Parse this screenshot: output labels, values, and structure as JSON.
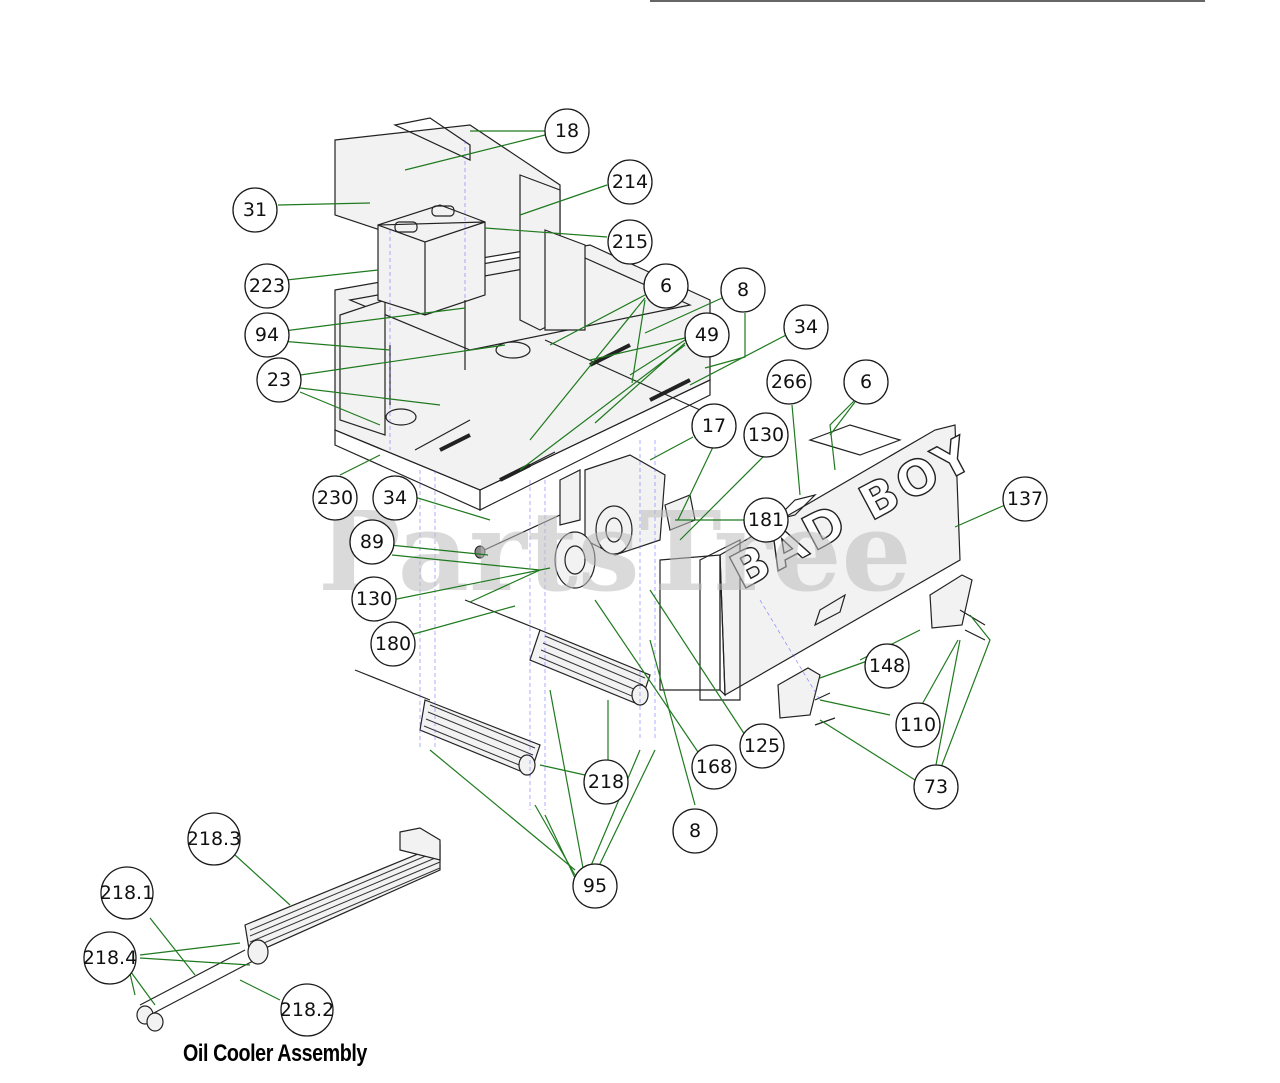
{
  "caption": "Oil Cooler Assembly",
  "watermark": "PartsTree",
  "brand_mark": "BAD BOY",
  "callouts": [
    {
      "id": "c18",
      "label": "18"
    },
    {
      "id": "c214",
      "label": "214"
    },
    {
      "id": "c31",
      "label": "31"
    },
    {
      "id": "c215",
      "label": "215"
    },
    {
      "id": "c223",
      "label": "223"
    },
    {
      "id": "c6a",
      "label": "6"
    },
    {
      "id": "c8a",
      "label": "8"
    },
    {
      "id": "c94",
      "label": "94"
    },
    {
      "id": "c34a",
      "label": "34"
    },
    {
      "id": "c49",
      "label": "49"
    },
    {
      "id": "c23",
      "label": "23"
    },
    {
      "id": "c266",
      "label": "266"
    },
    {
      "id": "c6b",
      "label": "6"
    },
    {
      "id": "c17",
      "label": "17"
    },
    {
      "id": "c130a",
      "label": "130"
    },
    {
      "id": "c230",
      "label": "230"
    },
    {
      "id": "c34b",
      "label": "34"
    },
    {
      "id": "c137",
      "label": "137"
    },
    {
      "id": "c181",
      "label": "181"
    },
    {
      "id": "c89",
      "label": "89"
    },
    {
      "id": "c130b",
      "label": "130"
    },
    {
      "id": "c180",
      "label": "180"
    },
    {
      "id": "c148",
      "label": "148"
    },
    {
      "id": "c110",
      "label": "110"
    },
    {
      "id": "c125",
      "label": "125"
    },
    {
      "id": "c218",
      "label": "218"
    },
    {
      "id": "c168",
      "label": "168"
    },
    {
      "id": "c73",
      "label": "73"
    },
    {
      "id": "c8b",
      "label": "8"
    },
    {
      "id": "c218_3",
      "label": "218.3"
    },
    {
      "id": "c95",
      "label": "95"
    },
    {
      "id": "c218_1",
      "label": "218.1"
    },
    {
      "id": "c218_4",
      "label": "218.4"
    },
    {
      "id": "c218_2",
      "label": "218.2"
    }
  ]
}
